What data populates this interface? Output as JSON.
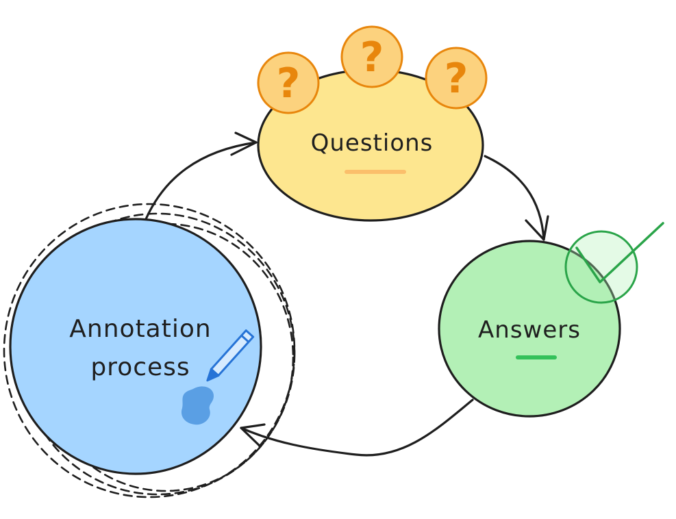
{
  "nodes": {
    "questions": {
      "label": "Questions",
      "fill": "#fde68f",
      "accent": "#fbbf6b"
    },
    "answers": {
      "label": "Answers",
      "fill": "#b3f0b6",
      "accent": "#34c15a"
    },
    "annotation": {
      "label_line1": "Annotation",
      "label_line2": "process",
      "fill": "#a5d5ff",
      "blob": "#5a9fe4"
    }
  },
  "question_marks": [
    "?",
    "?",
    "?"
  ],
  "colors": {
    "stroke": "#1e1e1e",
    "question_bubble_fill": "#fcd27e",
    "question_bubble_stroke": "#e8860c",
    "check_stroke": "#2aa449",
    "pencil": "#2673d6"
  },
  "icons": {
    "question_badge": "question-mark-icon",
    "check": "check-circle-icon",
    "pencil": "pencil-icon",
    "ink_blob": "ink-blob-icon"
  },
  "edges": [
    {
      "from": "annotation",
      "to": "questions",
      "style": "solid"
    },
    {
      "from": "questions",
      "to": "answers",
      "style": "solid"
    },
    {
      "from": "answers",
      "to": "annotation",
      "style": "solid"
    }
  ]
}
